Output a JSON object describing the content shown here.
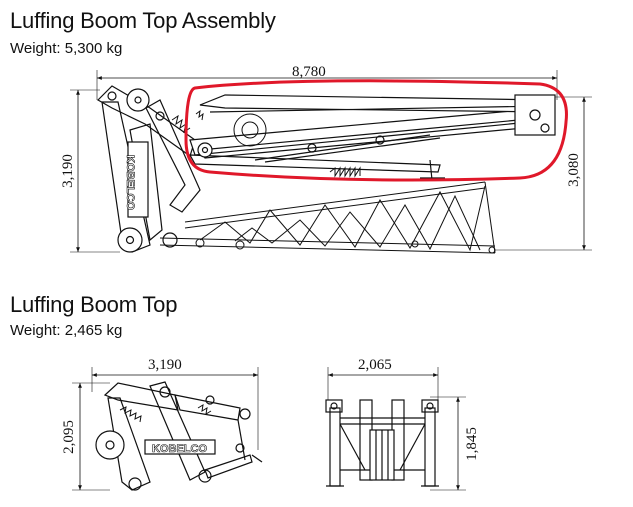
{
  "assembly": {
    "title": "Luffing Boom Top Assembly",
    "weight": "Weight: 5,300 kg",
    "dims": {
      "length": "8,780",
      "height_left": "3,190",
      "height_right": "3,080"
    },
    "brand": "KOBELCO",
    "highlight_color": "#e0182a"
  },
  "top": {
    "title": "Luffing Boom Top",
    "weight": "Weight: 2,465 kg",
    "side": {
      "width": "3,190",
      "height": "2,095",
      "brand": "KOBELCO"
    },
    "front": {
      "width": "2,065",
      "height": "1,845"
    }
  },
  "colors": {
    "line": "#111111",
    "background": "#ffffff"
  }
}
